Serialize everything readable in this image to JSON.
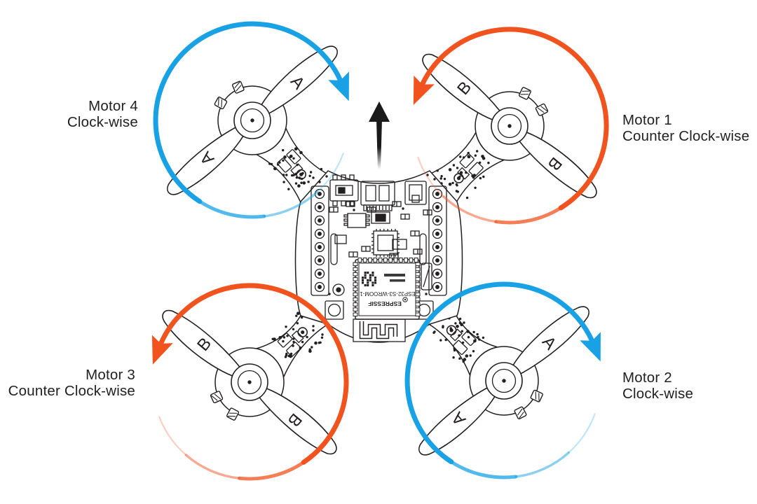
{
  "background": "#ffffff",
  "colors": {
    "outline": "#231f20",
    "text": "#232020",
    "clockwise_arrow": "#18A2E5",
    "counter_clockwise_arrow": "#F1531F",
    "heading_arrow": "#1a1a1a"
  },
  "motors": [
    {
      "name": "Motor 1",
      "direction_label": "Counter Clock-wise",
      "rotation": "counter-clockwise",
      "propeller_letter": "B",
      "arrow_color": "#F1531F"
    },
    {
      "name": "Motor 2",
      "direction_label": "Clock-wise",
      "rotation": "clockwise",
      "propeller_letter": "A",
      "arrow_color": "#18A2E5"
    },
    {
      "name": "Motor 3",
      "direction_label": "Counter Clock-wise",
      "rotation": "counter-clockwise",
      "propeller_letter": "B",
      "arrow_color": "#F1531F"
    },
    {
      "name": "Motor 4",
      "direction_label": "Clock-wise",
      "rotation": "clockwise",
      "propeller_letter": "A",
      "arrow_color": "#18A2E5"
    }
  ],
  "pcb": {
    "module_name": "ESP32-S3-WROOM-1",
    "brand": "ESPRESSIF"
  }
}
